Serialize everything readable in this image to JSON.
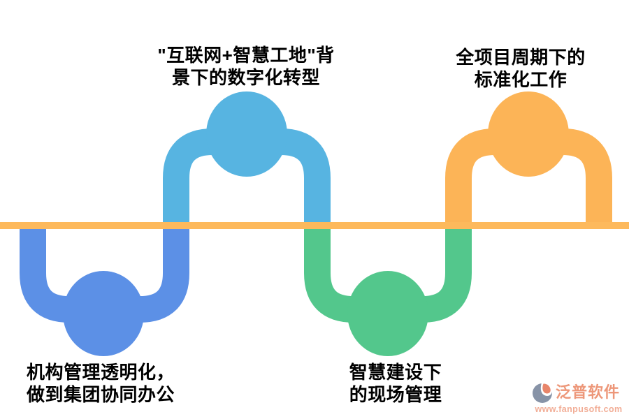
{
  "colors": {
    "wave_light_blue": "#57B4E1",
    "wave_dark_blue": "#5C90E6",
    "wave_green": "#53C78C",
    "wave_orange": "#FCB457",
    "timeline": "#FDB95C",
    "label_text": "#000000",
    "logo_slate": "#8793A7",
    "logo_salmon": "#E8856A",
    "logo_name_color": "#ED9779",
    "logo_url_color": "#F2AE97"
  },
  "labels": {
    "top_left": {
      "line1": "\"互联网+智慧工地\"背",
      "line2": "景下的数字化转型"
    },
    "top_right": {
      "line1": "全项目周期下的",
      "line2": "标准化工作"
    },
    "bottom_left": {
      "line1": "机构管理透明化，",
      "line2": "做到集团协同办公"
    },
    "bottom_center": {
      "line1": "智慧建设下",
      "line2": "的现场管理"
    }
  },
  "logo": {
    "name": "泛普软件",
    "url": "www.fanpusoft.com"
  }
}
